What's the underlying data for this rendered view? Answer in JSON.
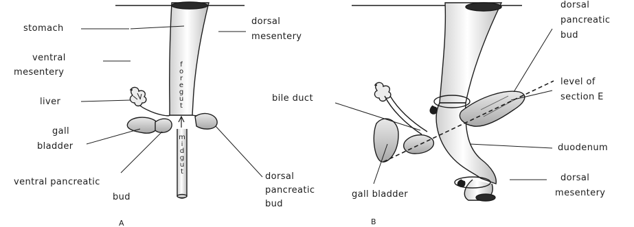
{
  "panel_a": {
    "letter": "A",
    "labels": {
      "stomach": "stomach",
      "dorsal_mesentery_1": "dorsal",
      "dorsal_mesentery_2": "mesentery",
      "ventral_mesentery_1": "ventral",
      "ventral_mesentery_2": "mesentery",
      "liver": "liver",
      "gall_bladder_1": "gall",
      "gall_bladder_2": "bladder",
      "ventral_pancreatic_bud_1": "ventral pancreatic",
      "ventral_pancreatic_bud_2": "bud",
      "dorsal_pancreatic_bud_1": "dorsal",
      "dorsal_pancreatic_bud_2": "pancreatic",
      "dorsal_pancreatic_bud_3": "bud",
      "foregut": "foregut",
      "midgut": "midgut"
    }
  },
  "panel_b": {
    "letter": "B",
    "labels": {
      "dorsal_pancreatic_bud_1": "dorsal",
      "dorsal_pancreatic_bud_2": "pancreatic",
      "dorsal_pancreatic_bud_3": "bud",
      "level_of_section_1": "level of",
      "level_of_section_2": "section E",
      "bile_duct": "bile duct",
      "duodenum": "duodenum",
      "dorsal_mesentery_1": "dorsal",
      "dorsal_mesentery_2": "mesentery",
      "gall_bladder": "gall bladder"
    }
  },
  "colors": {
    "ink": "#1c1c1c",
    "background": "#ffffff",
    "shade": "#9a9a9a"
  }
}
